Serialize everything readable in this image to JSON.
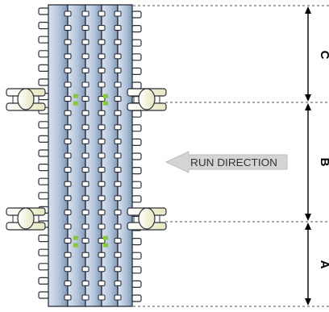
{
  "labels": {
    "run_direction": "RUN DIRECTION",
    "dim_a": "A",
    "dim_b": "B",
    "dim_c": "C"
  },
  "colors": {
    "belt_light": "#c9d6e8",
    "belt_dark": "#7f98b8",
    "belt_outline": "#2a2f38",
    "green_module": "#8cc63f",
    "cream_module": "#f2f2d4",
    "arrow_fill": "#d4d4d4"
  },
  "counts": {
    "module_rows": 21,
    "green_marked_rows": [
      6,
      16
    ]
  }
}
